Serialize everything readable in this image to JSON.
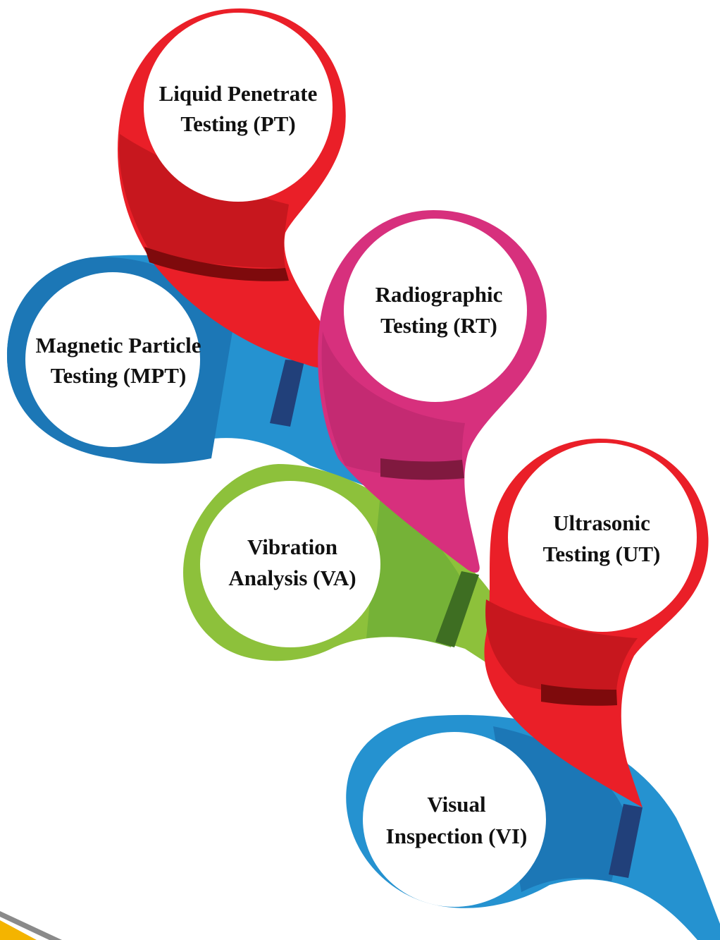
{
  "colors": {
    "red": "#ea1f28",
    "red_dark": "#c7171e",
    "red_band": "#7e0a0c",
    "blue": "#2592d0",
    "blue_dark": "#1c77b6",
    "blue_band": "#21407a",
    "magenta": "#d7307d",
    "magenta_dark": "#c42a72",
    "magenta_band": "#80193f",
    "green": "#8dc13b",
    "green_dark": "#75b237",
    "green_band": "#3e6e22",
    "accent": "#f4b400"
  },
  "nodes": [
    {
      "id": "pt",
      "line1": "Liquid Penetrate",
      "line2": "Testing (PT)",
      "color": "red"
    },
    {
      "id": "mpt",
      "line1": "Magnetic Particle",
      "line2": "Testing (MPT)",
      "color": "blue"
    },
    {
      "id": "rt",
      "line1": "Radiographic",
      "line2": "Testing (RT)",
      "color": "magenta"
    },
    {
      "id": "va",
      "line1": "Vibration",
      "line2": "Analysis (VA)",
      "color": "green"
    },
    {
      "id": "ut",
      "line1": "Ultrasonic",
      "line2": "Testing (UT)",
      "color": "red"
    },
    {
      "id": "vi",
      "line1": "Visual",
      "line2": "Inspection (VI)",
      "color": "blue"
    }
  ]
}
